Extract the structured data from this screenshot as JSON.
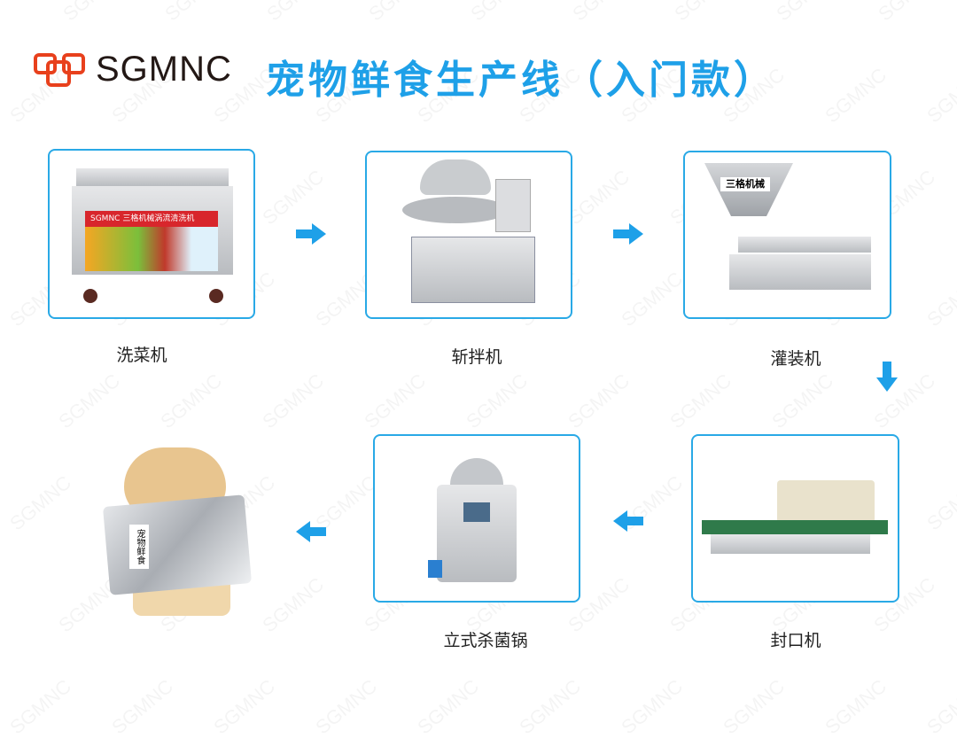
{
  "brand": {
    "name": "SGMNC",
    "color": "#e8401c"
  },
  "title": "宠物鲜食生产线（入门款）",
  "watermark": "SGMNC",
  "accent": "#1ea0e8",
  "steps": [
    {
      "label": "洗菜机",
      "machine_text": "SGMNC 三格机械涡流清洗机"
    },
    {
      "label": "斩拌机"
    },
    {
      "label": "灌装机",
      "machine_text": "三格机械"
    },
    {
      "label": "封口机"
    },
    {
      "label": "立式杀菌锅"
    }
  ],
  "final": {
    "bag_text": "宠物鲜食"
  }
}
